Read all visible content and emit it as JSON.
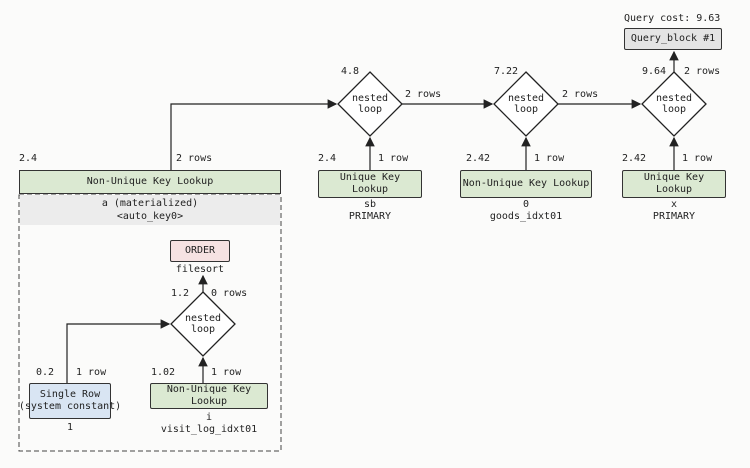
{
  "query_cost": "Query cost: 9.63",
  "query_block": "Query_block #1",
  "loops": {
    "l1": {
      "label": "nested\nloop",
      "cost": "4.8",
      "rows": "2 rows"
    },
    "l2": {
      "label": "nested\nloop",
      "cost": "7.22",
      "rows": "2 rows"
    },
    "l3": {
      "label": "nested\nloop",
      "cost": "9.64",
      "rows": "2 rows"
    },
    "l4": {
      "label": "nested\nloop",
      "cost": "1.2",
      "rows": "0 rows"
    }
  },
  "materialized": {
    "cost": "2.4",
    "rows": "2 rows",
    "title": "Non-Unique Key Lookup",
    "table": "a (materialized)",
    "key": "<auto_key0>"
  },
  "sb": {
    "cost": "2.4",
    "rows": "1 row",
    "title": "Unique Key Lookup",
    "table": "sb",
    "key": "PRIMARY"
  },
  "goods": {
    "cost": "2.42",
    "rows": "1 row",
    "title": "Non-Unique Key Lookup",
    "table": "0",
    "key": "goods_idxt01"
  },
  "x": {
    "cost": "2.42",
    "rows": "1 row",
    "title": "Unique Key Lookup",
    "table": "x",
    "key": "PRIMARY"
  },
  "order": {
    "title": "ORDER",
    "sub": "filesort"
  },
  "single_row": {
    "cost": "0.2",
    "rows": "1 row",
    "title": "Single Row\n(system constant)",
    "table": "1"
  },
  "visit": {
    "cost": "1.02",
    "rows": "1 row",
    "title": "Non-Unique Key Lookup",
    "table": "i",
    "key": "visit_log_idxt01"
  }
}
